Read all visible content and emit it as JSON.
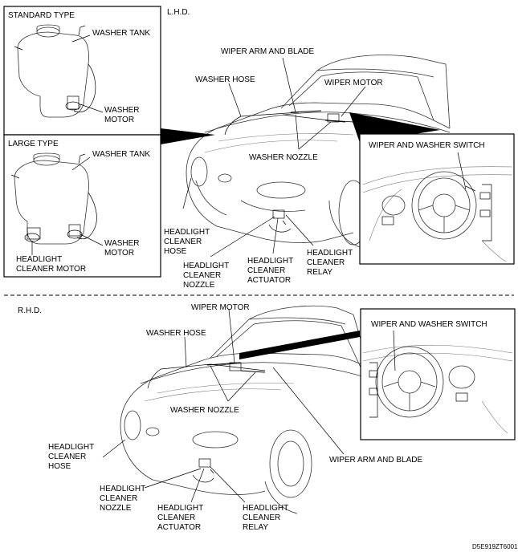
{
  "lhd": {
    "region_label": "L.H.D.",
    "standard_type": {
      "title": "STANDARD TYPE",
      "washer_tank": "WASHER TANK",
      "washer_motor": [
        "WASHER",
        "MOTOR"
      ]
    },
    "large_type": {
      "title": "LARGE TYPE",
      "washer_tank": "WASHER TANK",
      "washer_motor": [
        "WASHER",
        "MOTOR"
      ],
      "headlight_cleaner_motor": [
        "HEADLIGHT",
        "CLEANER MOTOR"
      ]
    },
    "labels": {
      "wiper_arm_and_blade": "WIPER ARM AND BLADE",
      "washer_hose": "WASHER HOSE",
      "wiper_motor": "WIPER MOTOR",
      "washer_nozzle": "WASHER NOZZLE",
      "headlight_cleaner_hose": [
        "HEADLIGHT",
        "CLEANER",
        "HOSE"
      ],
      "headlight_cleaner_nozzle": [
        "HEADLIGHT",
        "CLEANER",
        "NOZZLE"
      ],
      "headlight_cleaner_actuator": [
        "HEADLIGHT",
        "CLEANER",
        "ACTUATOR"
      ],
      "headlight_cleaner_relay": [
        "HEADLIGHT",
        "CLEANER",
        "RELAY"
      ]
    },
    "switch_title": "WIPER AND WASHER SWITCH"
  },
  "rhd": {
    "region_label": "R.H.D.",
    "labels": {
      "wiper_motor": "WIPER MOTOR",
      "washer_hose": "WASHER HOSE",
      "washer_nozzle": "WASHER NOZZLE",
      "wiper_arm_and_blade": "WIPER ARM AND BLADE",
      "headlight_cleaner_hose": [
        "HEADLIGHT",
        "CLEANER",
        "HOSE"
      ],
      "headlight_cleaner_nozzle": [
        "HEADLIGHT",
        "CLEANER",
        "NOZZLE"
      ],
      "headlight_cleaner_actuator": [
        "HEADLIGHT",
        "CLEANER",
        "ACTUATOR"
      ],
      "headlight_cleaner_relay": [
        "HEADLIGHT",
        "CLEANER",
        "RELAY"
      ]
    },
    "switch_title": "WIPER AND WASHER SWITCH"
  },
  "figure_code": "D5E919ZT6001"
}
